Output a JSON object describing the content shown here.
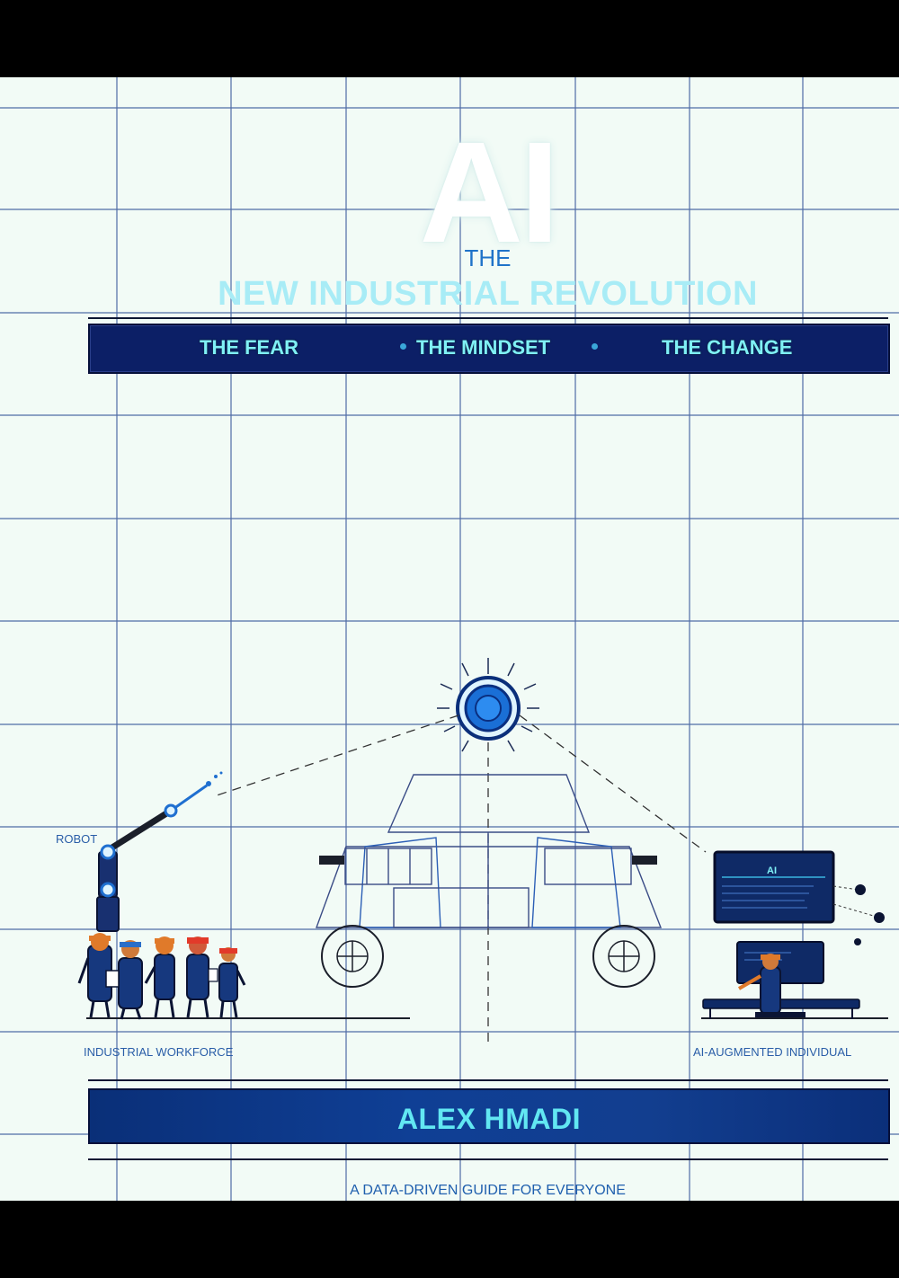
{
  "cover": {
    "title_big": "AI",
    "title_the": "THE",
    "subtitle": "NEW INDUSTRIAL REVOLUTION",
    "themes": [
      "THE FEAR",
      "THE MINDSET",
      "THE CHANGE"
    ],
    "label_robot": "ROBOT",
    "label_workforce": "INDUSTRIAL WORKFORCE",
    "label_individual": "AI-AUGMENTED INDIVIDUAL",
    "screen_label": "AI",
    "author": "ALEX HMADI",
    "tagline": "A DATA-DRIVEN GUIDE FOR EVERYONE"
  },
  "colors": {
    "background": "#f2fbf6",
    "grid_line": "#1b3d8c",
    "band": "#0c1f66",
    "accent_cyan": "#7ff0f6",
    "accent_blue": "#1f73c9"
  },
  "icons": [
    "ai-orb-icon",
    "robot-arm-icon",
    "workers-icon",
    "vehicle-icon",
    "computer-icon"
  ]
}
